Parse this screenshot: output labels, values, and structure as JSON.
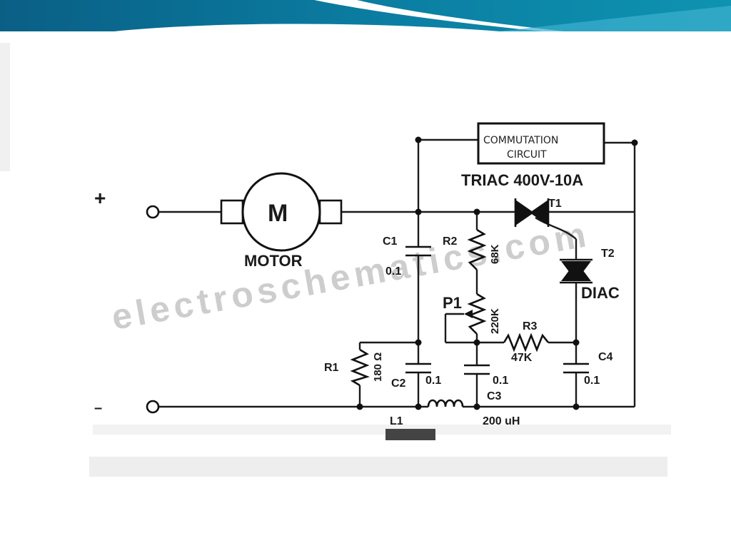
{
  "theme": {
    "header_top": "#0a6d8f",
    "header_light": "#5fc3dc",
    "ink": "#1a1a1a"
  },
  "circuit": {
    "terminal_plus": "+",
    "terminal_minus": "–",
    "motor_symbol": "M",
    "motor_label": "MOTOR",
    "commutation_line1": "COMMUTATION",
    "commutation_line2": "CIRCUIT",
    "triac_rating": "TRIAC 400V-10A",
    "t1_label": "T1",
    "t2_label": "T2",
    "diac_label": "DIAC",
    "c1_label": "C1",
    "c1_value": "0.1",
    "r2_label": "R2",
    "r2_value": "68K",
    "p1_label": "P1",
    "p1_value": "220K",
    "r3_label": "R3",
    "r3_value": "47K",
    "c4_label": "C4",
    "c4_value": "0.1",
    "r1_label": "R1",
    "r1_value": "180 Ω",
    "c2_label": "C2",
    "c2_value": "0.1",
    "c3_value": "0.1",
    "c3_label": "C3",
    "l1_label": "L1",
    "l1_value": "200 uH",
    "watermark": "electroschematics.com"
  }
}
